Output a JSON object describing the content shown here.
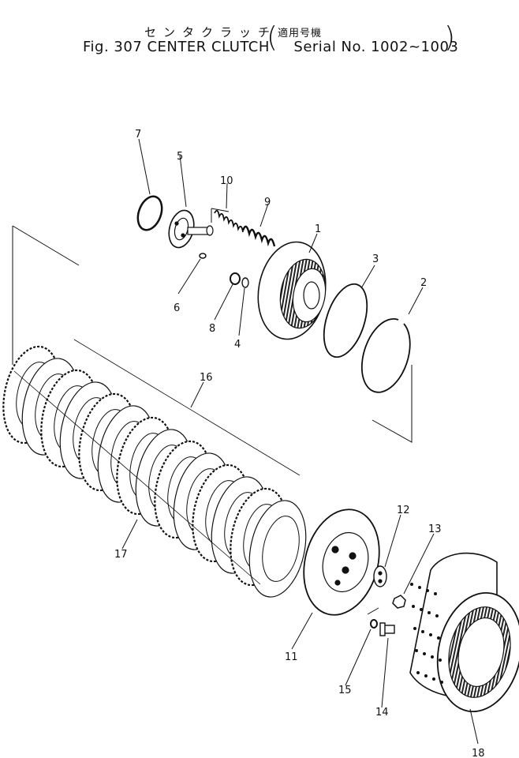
{
  "header": {
    "title_jp": "センタクラッチ",
    "model_jp": "適用号機",
    "title_main": "Fig. 307 CENTER CLUTCH",
    "serial_label": "Serial No. 1002~1003"
  },
  "callouts": [
    "1",
    "2",
    "3",
    "4",
    "5",
    "6",
    "7",
    "8",
    "9",
    "10",
    "11",
    "12",
    "13",
    "14",
    "15",
    "16",
    "17",
    "18"
  ]
}
